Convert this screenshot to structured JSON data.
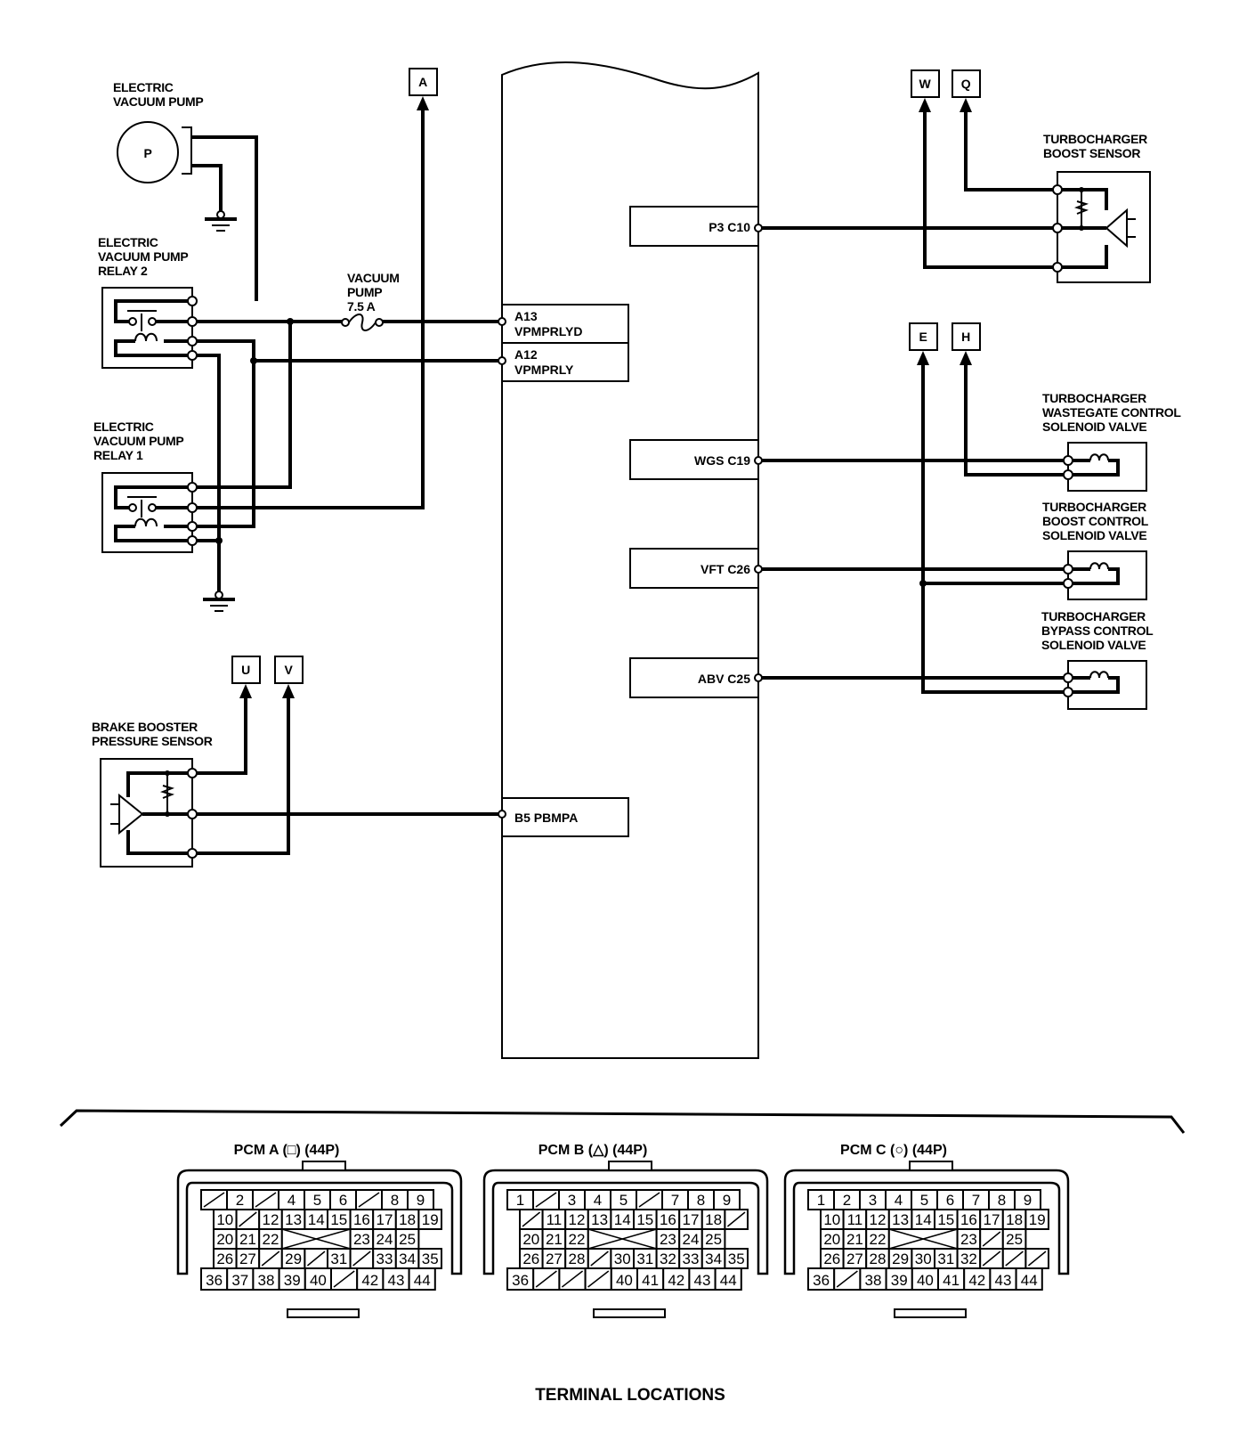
{
  "components": {
    "electric_vacuum_pump": {
      "label": [
        "ELECTRIC",
        "VACUUM PUMP"
      ],
      "symbol": "P"
    },
    "relay2": {
      "label": [
        "ELECTRIC",
        "VACUUM PUMP",
        "RELAY 2"
      ]
    },
    "relay1": {
      "label": [
        "ELECTRIC",
        "VACUUM PUMP",
        "RELAY 1"
      ]
    },
    "fuse": {
      "label": [
        "VACUUM",
        "PUMP",
        "7.5 A"
      ]
    },
    "brake_booster_sensor": {
      "label": [
        "BRAKE BOOSTER",
        "PRESSURE SENSOR"
      ]
    },
    "turbo_boost_sensor": {
      "label": [
        "TURBOCHARGER",
        "BOOST SENSOR"
      ]
    },
    "wastegate_valve": {
      "label": [
        "TURBOCHARGER",
        "WASTEGATE CONTROL",
        "SOLENOID VALVE"
      ]
    },
    "boost_control_valve": {
      "label": [
        "TURBOCHARGER",
        "BOOST CONTROL",
        "SOLENOID VALVE"
      ]
    },
    "bypass_control_valve": {
      "label": [
        "TURBOCHARGER",
        "BYPASS CONTROL",
        "SOLENOID VALVE"
      ]
    }
  },
  "references": {
    "A": "A",
    "W": "W",
    "Q": "Q",
    "E": "E",
    "H": "H",
    "U": "U",
    "V": "V"
  },
  "pcm_pins": {
    "a13": [
      "A13",
      "VPMPRLYD"
    ],
    "a12": [
      "A12",
      "VPMPRLY"
    ],
    "b5": "B5 PBMPA",
    "p3": "P3 C10",
    "wgs": "WGS C19",
    "vft": "VFT C26",
    "abv": "ABV C25"
  },
  "connectors": [
    {
      "title": "PCM A (□) (44P)",
      "rows": [
        [
          "/",
          "2",
          "/",
          "4",
          "5",
          "6",
          "/",
          "8",
          "9"
        ],
        [
          "10",
          "/",
          "12",
          "13",
          "14",
          "15",
          "16",
          "17",
          "18",
          "19"
        ],
        [
          "20",
          "21",
          "22",
          "X",
          "23",
          "24",
          "25"
        ],
        [
          "26",
          "27",
          "/",
          "29",
          "/",
          "31",
          "/",
          "33",
          "34",
          "35"
        ],
        [
          "36",
          "37",
          "38",
          "39",
          "40",
          "/",
          "42",
          "43",
          "44"
        ]
      ]
    },
    {
      "title": "PCM B (△) (44P)",
      "rows": [
        [
          "1",
          "/",
          "3",
          "4",
          "5",
          "/",
          "7",
          "8",
          "9"
        ],
        [
          "/",
          "11",
          "12",
          "13",
          "14",
          "15",
          "16",
          "17",
          "18",
          "/"
        ],
        [
          "20",
          "21",
          "22",
          "X",
          "23",
          "24",
          "25"
        ],
        [
          "26",
          "27",
          "28",
          "/",
          "30",
          "31",
          "32",
          "33",
          "34",
          "35"
        ],
        [
          "36",
          "/",
          "/",
          "/",
          "40",
          "41",
          "42",
          "43",
          "44"
        ]
      ]
    },
    {
      "title": "PCM C (○) (44P)",
      "rows": [
        [
          "1",
          "2",
          "3",
          "4",
          "5",
          "6",
          "7",
          "8",
          "9"
        ],
        [
          "10",
          "11",
          "12",
          "13",
          "14",
          "15",
          "16",
          "17",
          "18",
          "19"
        ],
        [
          "20",
          "21",
          "22",
          "X",
          "23",
          "/",
          "25"
        ],
        [
          "26",
          "27",
          "28",
          "29",
          "30",
          "31",
          "32",
          "/",
          "/",
          "/"
        ],
        [
          "36",
          "/",
          "38",
          "39",
          "40",
          "41",
          "42",
          "43",
          "44"
        ]
      ]
    }
  ],
  "footer": {
    "title": "TERMINAL LOCATIONS"
  }
}
